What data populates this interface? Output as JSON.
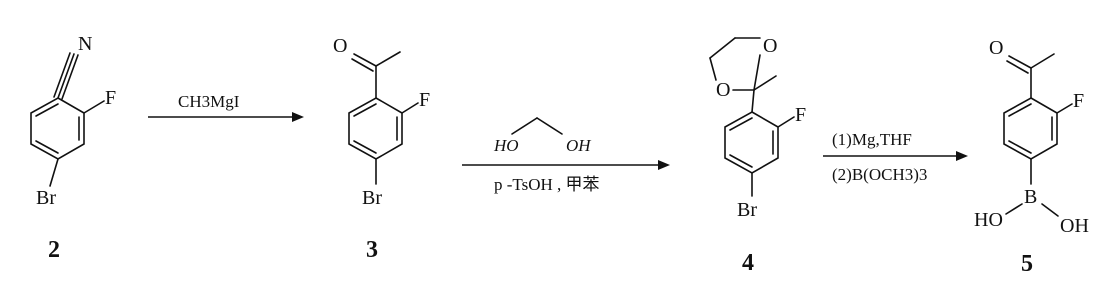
{
  "compounds": [
    {
      "number": "2",
      "atoms": {
        "n": "N",
        "f": "F",
        "br": "Br"
      }
    },
    {
      "number": "3",
      "atoms": {
        "o": "O",
        "f": "F",
        "br": "Br"
      }
    },
    {
      "number": "4",
      "atoms": {
        "o1": "O",
        "o2": "O",
        "f": "F",
        "br": "Br"
      }
    },
    {
      "number": "5",
      "atoms": {
        "o": "O",
        "f": "F",
        "b": "B",
        "ho": "HO",
        "oh": "OH"
      }
    }
  ],
  "steps": [
    {
      "reagent_above": "CH3MgI"
    },
    {
      "reagent_above_left": "HO",
      "reagent_above_right": "OH",
      "reagent_below": "p -TsOH , 甲苯"
    },
    {
      "reagent_above": "(1)Mg,THF",
      "reagent_below": "(2)B(OCH3)3"
    }
  ]
}
